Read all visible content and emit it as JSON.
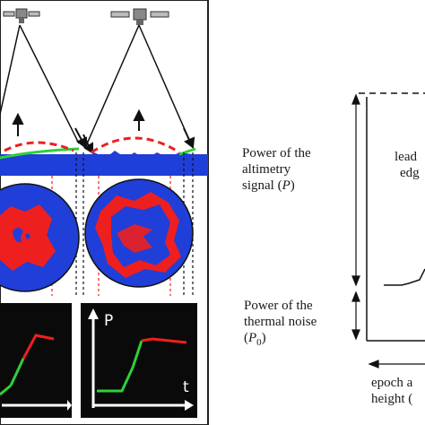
{
  "left_panel": {
    "graph_axis_labels": {
      "y": "P",
      "x": "t"
    },
    "colors": {
      "ocean_blue": "#1f3fd8",
      "surface_red": "#ee1f1f",
      "green_trace": "#2fcf3a",
      "panel_black": "#0a0a0a"
    }
  },
  "right_panel": {
    "signal_power_label_lines": [
      "Power of the",
      "altimetry",
      "signal ("
    ],
    "signal_power_symbol": "P",
    "signal_power_close": ")",
    "noise_power_label_lines": [
      "Power of the",
      "thermal noise"
    ],
    "noise_power_symbol": "P",
    "noise_power_subscript": "0",
    "leading_edge_fragment_1": "lead",
    "leading_edge_fragment_2": "edg",
    "epoch_fragment_1": "epoch a",
    "epoch_fragment_2": "height ("
  }
}
